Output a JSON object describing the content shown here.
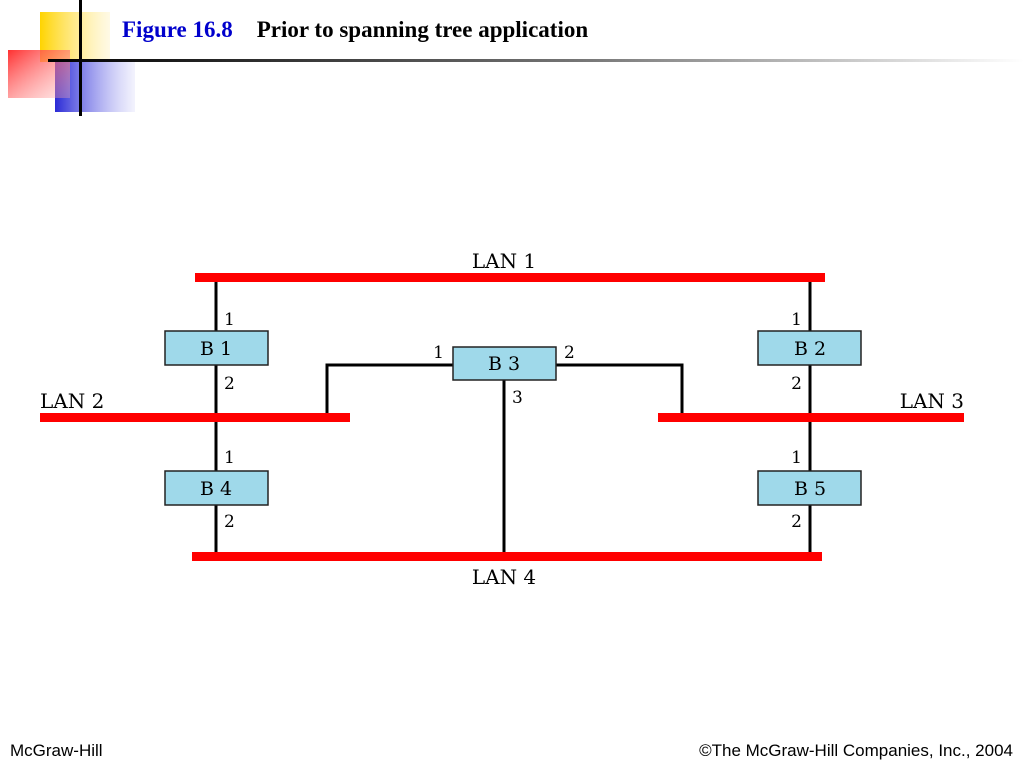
{
  "title": {
    "figure": "Figure 16.8",
    "caption": "Prior to spanning tree application"
  },
  "diagram": {
    "lans": [
      {
        "id": "lan1",
        "label": "LAN 1"
      },
      {
        "id": "lan2",
        "label": "LAN 2"
      },
      {
        "id": "lan3",
        "label": "LAN 3"
      },
      {
        "id": "lan4",
        "label": "LAN 4"
      }
    ],
    "bridges": [
      {
        "id": "b1",
        "label": "B 1",
        "ports": [
          "1",
          "2"
        ]
      },
      {
        "id": "b2",
        "label": "B 2",
        "ports": [
          "1",
          "2"
        ]
      },
      {
        "id": "b3",
        "label": "B 3",
        "ports": [
          "1",
          "2",
          "3"
        ]
      },
      {
        "id": "b4",
        "label": "B 4",
        "ports": [
          "1",
          "2"
        ]
      },
      {
        "id": "b5",
        "label": "B 5",
        "ports": [
          "1",
          "2"
        ]
      }
    ],
    "colors": {
      "lan": "#ff0000",
      "bridge_fill": "#9fd9ea",
      "wire": "#000000"
    }
  },
  "footer": {
    "left": "McGraw-Hill",
    "right": "©The McGraw-Hill Companies, Inc., 2004"
  }
}
